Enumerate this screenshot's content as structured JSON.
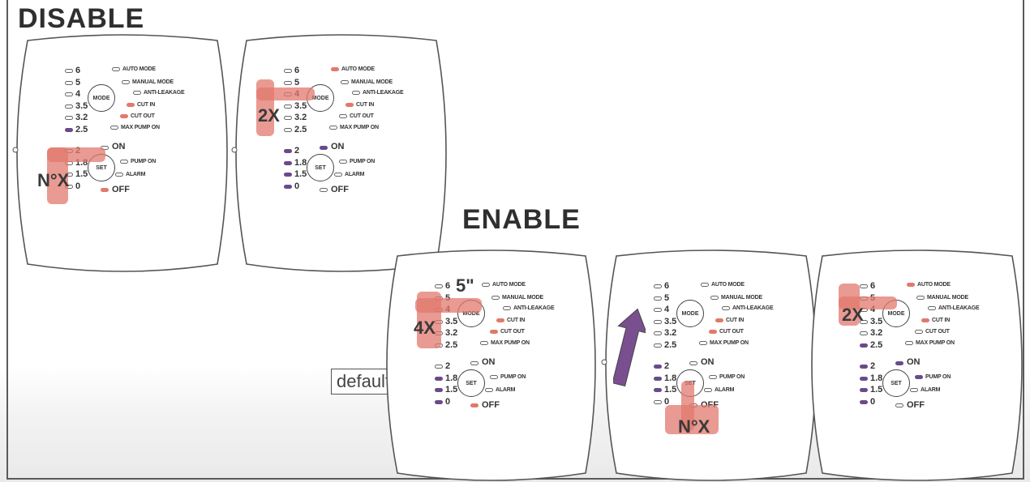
{
  "headings": {
    "disable": "DISABLE",
    "enable": "ENABLE"
  },
  "default_label": "default",
  "levels": [
    "6",
    "5",
    "4",
    "3.5",
    "3.2",
    "2.5",
    "2",
    "1.8",
    "1.5",
    "0"
  ],
  "status": [
    "AUTO MODE",
    "MANUAL MODE",
    "ANTI-LEAKAGE",
    "CUT IN",
    "CUT OUT",
    "MAX PUMP ON"
  ],
  "status_lower": [
    "PUMP ON",
    "ALARM"
  ],
  "buttons": {
    "mode": "MODE",
    "set": "SET"
  },
  "on_label": "ON",
  "off_label": "OFF",
  "annotations": {
    "press_n": "N°X",
    "press_2": "2X",
    "press_4": "4X",
    "hold_5s": "5\""
  },
  "colors": {
    "led_on": "#6a4a8a",
    "hand": "#e2786e",
    "arrow": "#7a4f8f"
  },
  "panels": [
    {
      "id": "disable-1",
      "section": "disable",
      "gesture": "press SET N°X"
    },
    {
      "id": "disable-2",
      "section": "disable",
      "gesture": "press MODE 2X"
    },
    {
      "id": "enable-1",
      "section": "enable",
      "gesture": "press MODE 4X, hold 5\""
    },
    {
      "id": "enable-2",
      "section": "enable",
      "gesture": "press SET N°X, level up"
    },
    {
      "id": "enable-3",
      "section": "enable",
      "gesture": "press MODE 2X"
    }
  ]
}
